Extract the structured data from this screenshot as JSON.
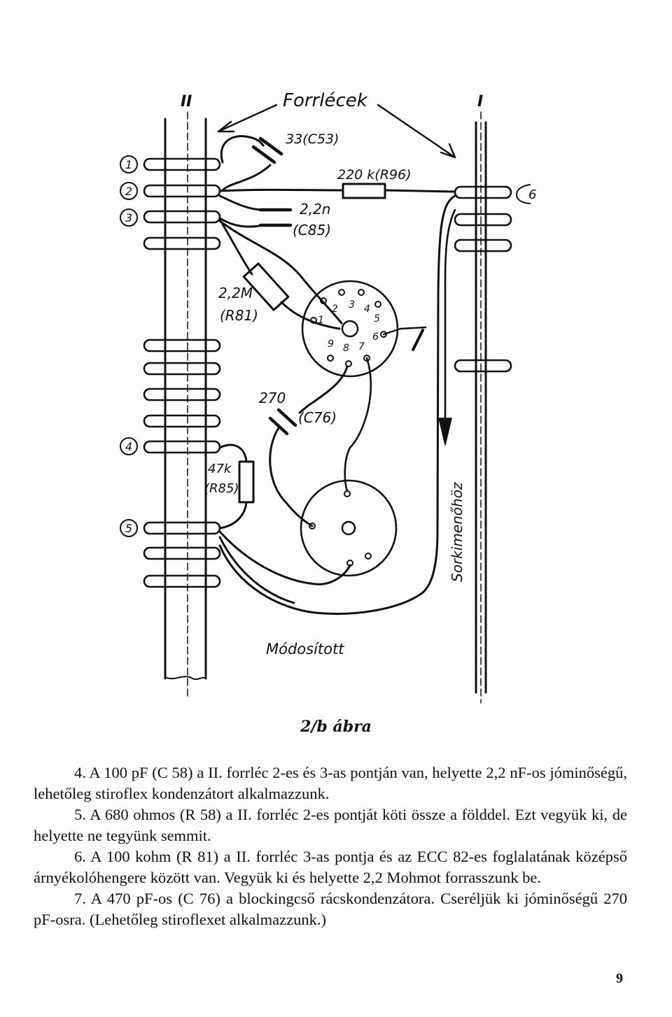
{
  "figure": {
    "labels": {
      "strip_II": "II",
      "strip_I": "I",
      "strips_title": "Forrlécek",
      "c53": "33(C53)",
      "r96": "220 k(R96)",
      "c85_value": "2,2n",
      "c85_ref": "(C85)",
      "r81_value": "2,2M",
      "r81_ref": "(R81)",
      "c76_value": "270",
      "c76_ref": "(C76)",
      "r85_value": "47k",
      "r85_ref": "(R85)",
      "side_label": "Sorkimenőhöz",
      "modified": "Módosított",
      "term_1": "1",
      "term_2": "2",
      "term_3": "3",
      "term_4": "4",
      "term_5": "5",
      "term_6": "6",
      "pin_1": "1",
      "pin_2": "2",
      "pin_3": "3",
      "pin_4": "4",
      "pin_5": "5",
      "pin_6": "6",
      "pin_7": "7",
      "pin_8": "8",
      "pin_9": "9"
    },
    "caption": "2/b ábra"
  },
  "text": {
    "paragraphs": [
      "4. A 100 pF (C 58) a II. forrléc 2-es és 3-as pontján van, helyette 2,2 nF-os jóminőségű, lehetőleg stiroflex kondenzátort alkalmazzunk.",
      "5. A 680 ohmos (R 58) a II. forrléc 2-es pontját köti össze a földdel. Ezt vegyük ki, de helyette ne tegyünk semmit.",
      "6. A 100 kohm (R 81) a II. forrléc 3-as pontja és az ECC 82-es foglalatának középső árnyékolóhengere között van. Vegyük ki és helyette 2,2 Mohmot forrasszunk be.",
      "7. A 470 pF-os (C 76) a blockingcső rácskondenzátora. Cseréljük ki jóminőségű 270 pF-osra. (Lehetőleg stiroflexet alkalmazzunk.)"
    ]
  },
  "page_number": "9"
}
